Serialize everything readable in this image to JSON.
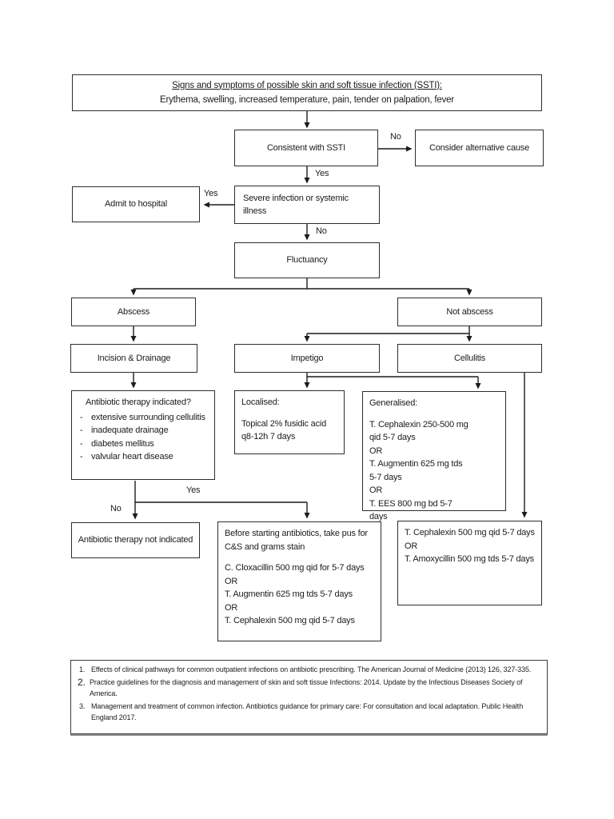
{
  "flowchart": {
    "title_box": {
      "line1": "Signs and symptoms of possible skin and soft tissue infection (SSTI):",
      "line2": "Erythema, swelling, increased temperature, pain, tender on palpation, fever"
    },
    "nodes": {
      "consistent": "Consistent with SSTI",
      "consider": "Consider alternative cause",
      "severe": "Severe infection or systemic illness",
      "admit": "Admit to hospital",
      "fluctuancy": "Fluctuancy",
      "abscess": "Abscess",
      "not_abscess": "Not abscess",
      "incision": "Incision & Drainage",
      "impetigo": "Impetigo",
      "cellulitis": "Cellulitis",
      "not_indicated": "Antibiotic therapy not indicated"
    },
    "indicated": {
      "heading": "Antibiotic therapy indicated?",
      "items": [
        "extensive surrounding cellulitis",
        "inadequate drainage",
        "diabetes mellitus",
        "valvular heart disease"
      ]
    },
    "localised": {
      "heading": "Localised:",
      "lines": [
        "Topical 2% fusidic acid q8-12h 7 days"
      ]
    },
    "generalised": {
      "heading": "Generalised:",
      "lines": [
        "T. Cephalexin 250-500 mg qid 5-7 days",
        "OR",
        "T. Augmentin 625 mg tds 5-7 days",
        "OR",
        "T. EES 800 mg bd 5-7 days"
      ]
    },
    "before_start": {
      "heading": "Before starting antibiotics, take pus for C&S and grams stain",
      "lines": [
        "C. Cloxacillin 500 mg qid for 5-7 days",
        "OR",
        "T. Augmentin 625 mg tds 5-7 days",
        "OR",
        "T. Cephalexin 500 mg qid 5-7 days"
      ]
    },
    "cellulitis_rx": {
      "lines": [
        "T. Cephalexin 500 mg qid 5-7 days",
        "OR",
        "T. Amoxycillin 500 mg tds 5-7 days"
      ]
    },
    "edge_labels": {
      "no_alternative": "No",
      "yes_severe": "Yes",
      "yes_admit": "Yes",
      "no_fluctuancy": "No",
      "yes_antibiotics": "Yes",
      "no_antibiotics": "No"
    }
  },
  "references": {
    "items": [
      {
        "num": "1.",
        "text": "Effects of clinical pathways for common outpatient infections on antibiotic prescribing. The American Journal of Medicine (2013) 126, 327-335."
      },
      {
        "num": "2.",
        "text": "Practice guidelines for the diagnosis and management of skin and soft tissue Infections: 2014. Update by the Infectious Diseases Society of America."
      },
      {
        "num": "3.",
        "text": "Management and treatment of common infection. Antibiotics guidance for primary care: For consultation and local adaptation. Public Health England 2017."
      }
    ]
  },
  "colors": {
    "ink": "#1c1c1c",
    "border": "#2d2d2d",
    "background": "#ffffff"
  }
}
